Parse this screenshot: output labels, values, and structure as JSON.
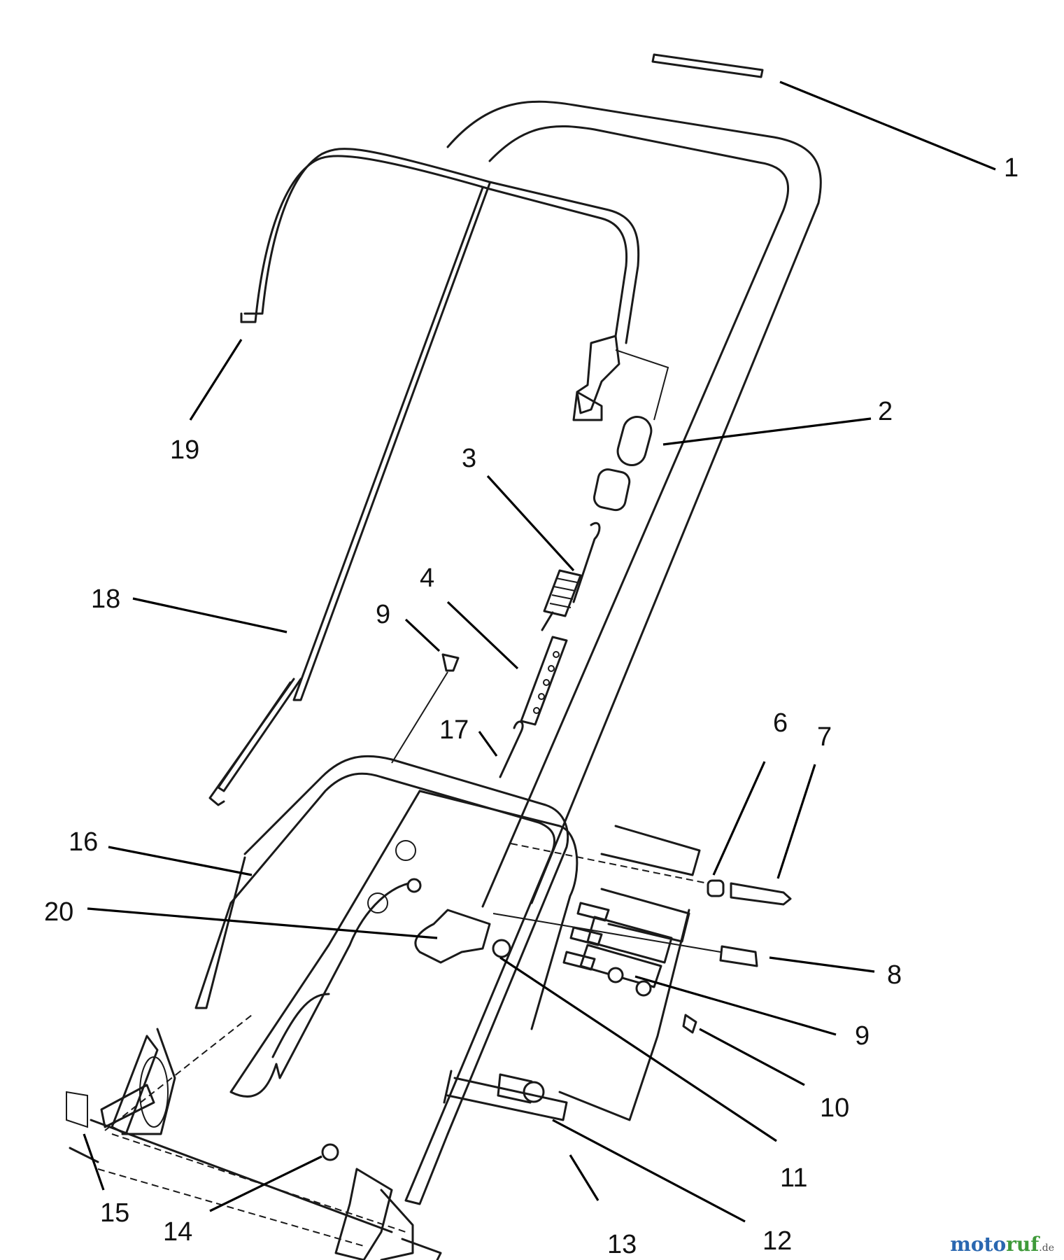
{
  "callouts": [
    {
      "id": "1",
      "label": "1"
    },
    {
      "id": "2",
      "label": "2"
    },
    {
      "id": "3",
      "label": "3"
    },
    {
      "id": "4",
      "label": "4"
    },
    {
      "id": "6",
      "label": "6"
    },
    {
      "id": "7",
      "label": "7"
    },
    {
      "id": "8",
      "label": "8"
    },
    {
      "id": "9a",
      "label": "9"
    },
    {
      "id": "9b",
      "label": "9"
    },
    {
      "id": "10",
      "label": "10"
    },
    {
      "id": "11",
      "label": "11"
    },
    {
      "id": "12",
      "label": "12"
    },
    {
      "id": "13",
      "label": "13"
    },
    {
      "id": "14",
      "label": "14"
    },
    {
      "id": "15",
      "label": "15"
    },
    {
      "id": "16",
      "label": "16"
    },
    {
      "id": "17",
      "label": "17"
    },
    {
      "id": "18",
      "label": "18"
    },
    {
      "id": "19",
      "label": "19"
    },
    {
      "id": "20",
      "label": "20"
    }
  ],
  "watermark": {
    "brand_main": "moto",
    "brand_accent": "ruf",
    "tld": ".de",
    "color_main": "#2a67b0",
    "color_accent": "#3f9a3a"
  }
}
